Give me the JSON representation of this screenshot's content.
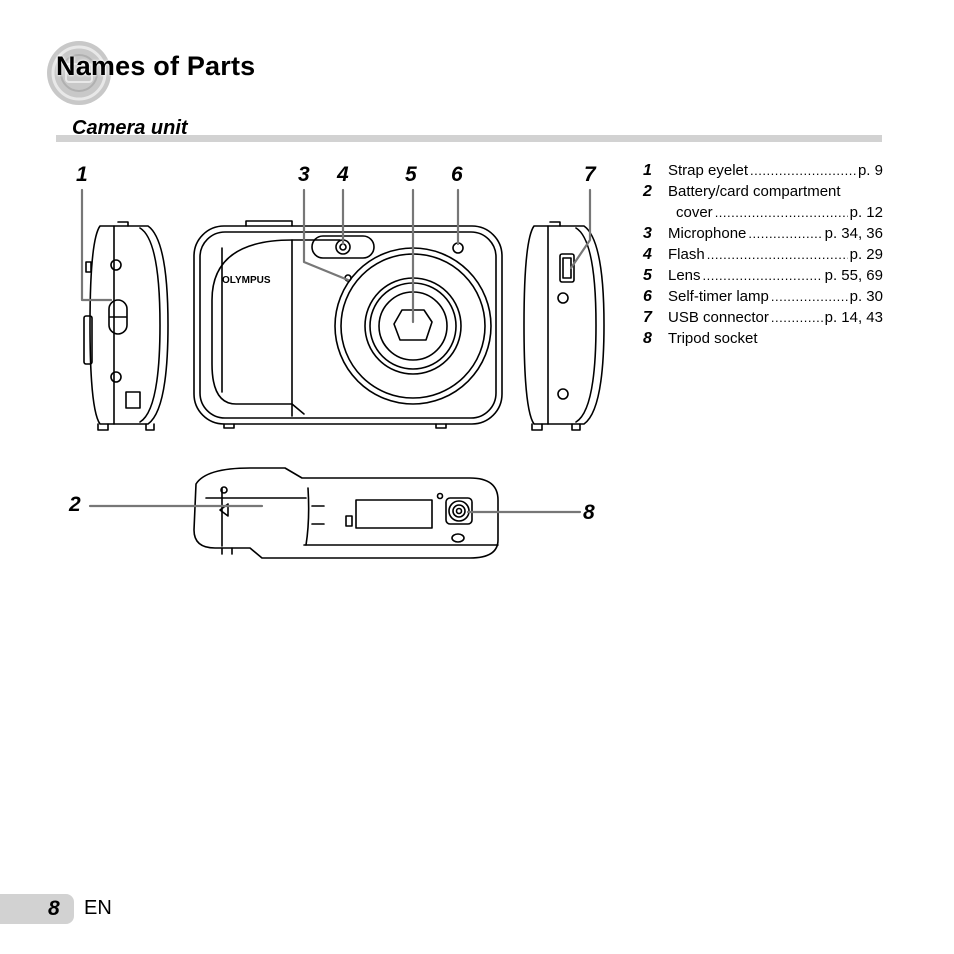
{
  "header": {
    "title": "Names of Parts"
  },
  "section": {
    "title": "Camera unit"
  },
  "callouts": [
    "1",
    "2",
    "3",
    "4",
    "5",
    "6",
    "7",
    "8"
  ],
  "brand": {
    "label": "OLYMPUS"
  },
  "parts": [
    {
      "num": "1",
      "name": "Strap eyelet",
      "page": "p. 9"
    },
    {
      "num": "2",
      "name": "Battery/card compartment",
      "name2": "cover",
      "page": "p. 12"
    },
    {
      "num": "3",
      "name": "Microphone",
      "page": "p. 34, 36"
    },
    {
      "num": "4",
      "name": "Flash",
      "page": "p. 29"
    },
    {
      "num": "5",
      "name": "Lens",
      "page": "p. 55, 69"
    },
    {
      "num": "6",
      "name": "Self-timer lamp",
      "page": "p. 30"
    },
    {
      "num": "7",
      "name": "USB connector",
      "page": "p. 14, 43"
    },
    {
      "num": "8",
      "name": "Tripod socket",
      "page": ""
    }
  ],
  "footer": {
    "page_number": "8",
    "language": "EN"
  },
  "colors": {
    "rule_gray": "#d2d2d2",
    "ink": "#000000"
  }
}
